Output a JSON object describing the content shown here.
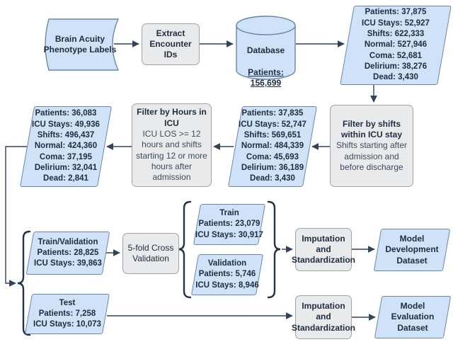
{
  "diagram_title": "ICU cohort selection and dataset construction flowchart",
  "colors": {
    "data_shape_fill": "#cfe2f7",
    "data_shape_border": "#6886ab",
    "process_fill": "#e9eaec",
    "process_border": "#a0a4a9",
    "text": "#202e42",
    "connector": "#32425a"
  },
  "nodes": {
    "phenotype_labels": {
      "lines": [
        "Brain Acuity",
        "Phenotype Labels"
      ]
    },
    "extract_ids": {
      "lines": [
        "Extract",
        "Encounter",
        "IDs"
      ]
    },
    "database": {
      "title": "Database",
      "patients": [
        "Patients:",
        "156,699"
      ]
    },
    "cohort_initial": {
      "lines": [
        "Patients: 37,875",
        "ICU Stays: 52,927",
        "Shifts: 622,333",
        "Normal: 527,946",
        "Coma: 52,681",
        "Delirium: 38,276",
        "Dead: 3,430"
      ]
    },
    "filter_shifts": {
      "title": [
        "Filter by shifts",
        "within ICU stay"
      ],
      "subtitle": [
        "Shifts starting after",
        "admission and",
        "before discharge"
      ]
    },
    "cohort_shifts": {
      "lines": [
        "Patients: 37,835",
        "ICU Stays: 52,747",
        "Shifts: 569,651",
        "Normal: 484,339",
        "Coma: 45,693",
        "Delirium: 36,189",
        "Dead: 3,430"
      ]
    },
    "filter_hours": {
      "title": [
        "Filter by Hours in",
        "ICU"
      ],
      "subtitle": [
        "ICU LOS >= 12",
        "hours and shifts",
        "starting 12 or more",
        "hours after",
        "admission"
      ]
    },
    "cohort_hours": {
      "lines": [
        "Patients: 36,083",
        "ICU Stays: 49,936",
        "Shifts: 496,437",
        "Normal: 424,360",
        "Coma: 37,195",
        "Delirium: 32,041",
        "Dead: 2,841"
      ]
    },
    "train_validation": {
      "lines": [
        "Train/Validation",
        "Patients: 28,825",
        "ICU Stays: 39,863"
      ]
    },
    "cross_validation": {
      "lines": [
        "5-fold Cross",
        "Validation"
      ]
    },
    "train": {
      "lines": [
        "Train",
        "Patients: 23,079",
        "ICU Stays: 30,917"
      ]
    },
    "validation": {
      "lines": [
        "Validation",
        "Patients: 5,746",
        "ICU Stays: 8,946"
      ]
    },
    "imputation_dev": {
      "lines": [
        "Imputation",
        "and",
        "Standardization"
      ]
    },
    "model_development": {
      "lines": [
        "Model",
        "Development",
        "Dataset"
      ]
    },
    "test": {
      "lines": [
        "Test",
        "Patients: 7,258",
        "ICU Stays: 10,073"
      ]
    },
    "imputation_eval": {
      "lines": [
        "Imputation",
        "and",
        "Standardization"
      ]
    },
    "model_evaluation": {
      "lines": [
        "Model",
        "Evaluation",
        "Dataset"
      ]
    }
  }
}
